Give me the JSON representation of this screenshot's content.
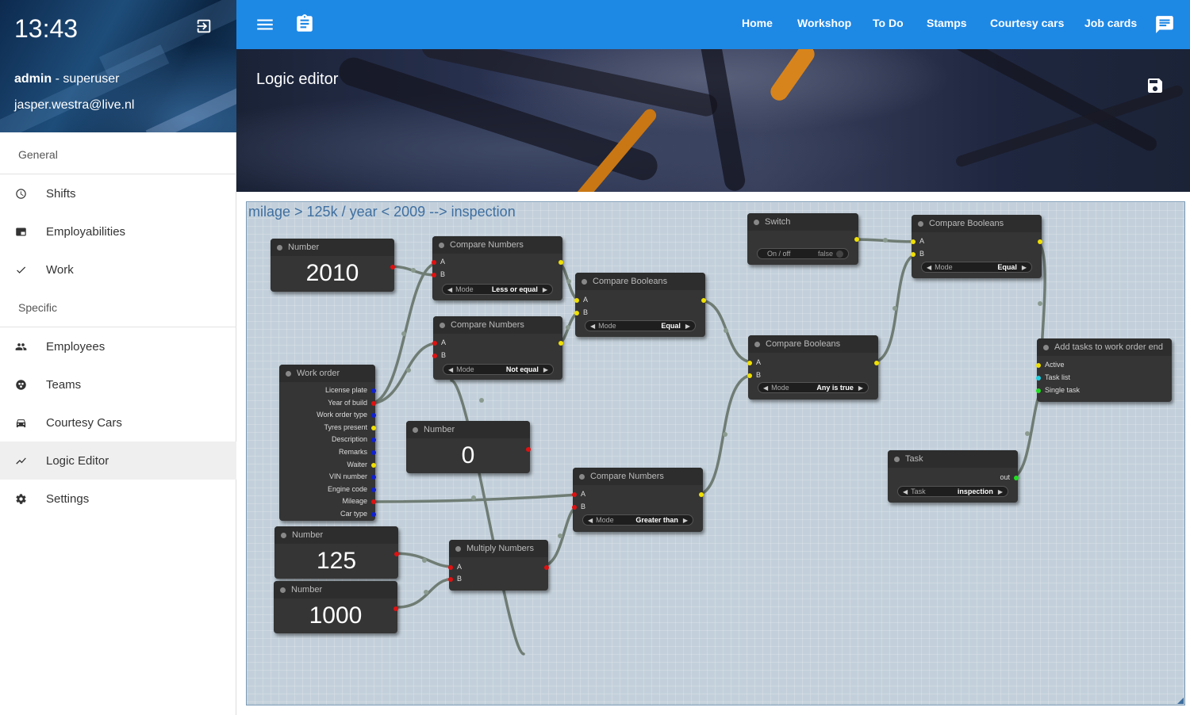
{
  "sidebar": {
    "clock": "13:43",
    "user_name": "admin",
    "user_role": " - superuser",
    "email": "jasper.westra@live.nl",
    "sections": [
      {
        "title": "General",
        "items": [
          {
            "label": "Shifts",
            "icon": "clock-icon"
          },
          {
            "label": "Employabilities",
            "icon": "card-icon"
          },
          {
            "label": "Work",
            "icon": "check-icon"
          }
        ]
      },
      {
        "title": "Specific",
        "items": [
          {
            "label": "Employees",
            "icon": "people-icon"
          },
          {
            "label": "Teams",
            "icon": "teams-icon"
          },
          {
            "label": "Courtesy Cars",
            "icon": "car-icon"
          },
          {
            "label": "Logic Editor",
            "icon": "chart-line-icon",
            "active": true
          },
          {
            "label": "Settings",
            "icon": "gear-icon"
          }
        ]
      }
    ]
  },
  "topbar": {
    "links": [
      "Home",
      "Workshop",
      "To Do",
      "Stamps",
      "Courtesy cars",
      "Job cards"
    ],
    "accent": "#1e88e5"
  },
  "page": {
    "title": "Logic editor"
  },
  "graph": {
    "title": "milage > 125k / year < 2009 --> inspection",
    "nodes": {
      "num2010": {
        "title": "Number",
        "value": "2010"
      },
      "num0": {
        "title": "Number",
        "value": "0"
      },
      "num125": {
        "title": "Number",
        "value": "125"
      },
      "num1000": {
        "title": "Number",
        "value": "1000"
      },
      "cmp1": {
        "title": "Compare Numbers",
        "in": [
          "A",
          "B"
        ],
        "mode_label": "Mode",
        "mode": "Less or equal"
      },
      "cmp2": {
        "title": "Compare Numbers",
        "in": [
          "A",
          "B"
        ],
        "mode_label": "Mode",
        "mode": "Not equal"
      },
      "cmp3": {
        "title": "Compare Numbers",
        "in": [
          "A",
          "B"
        ],
        "mode_label": "Mode",
        "mode": "Greater than"
      },
      "bool1": {
        "title": "Compare Booleans",
        "in": [
          "A",
          "B"
        ],
        "mode_label": "Mode",
        "mode": "Equal"
      },
      "bool2": {
        "title": "Compare Booleans",
        "in": [
          "A",
          "B"
        ],
        "mode_label": "Mode",
        "mode": "Any is true"
      },
      "bool3": {
        "title": "Compare Booleans",
        "in": [
          "A",
          "B"
        ],
        "mode_label": "Mode",
        "mode": "Equal"
      },
      "mult": {
        "title": "Multiply Numbers",
        "in": [
          "A",
          "B"
        ]
      },
      "switch": {
        "title": "Switch",
        "label": "On / off",
        "value": "false"
      },
      "task": {
        "title": "Task",
        "out": "out",
        "combo_label": "Task",
        "value": "inspection"
      },
      "addtasks": {
        "title": "Add tasks to work order end",
        "in": [
          "Active",
          "Task list",
          "Single task"
        ]
      },
      "workorder": {
        "title": "Work order",
        "outputs": [
          "License plate",
          "Year of build",
          "Work order type",
          "Tyres present",
          "Description",
          "Remarks",
          "Waiter",
          "VIN number",
          "Engine code",
          "Mileage",
          "Car type"
        ]
      }
    },
    "port_colors": {
      "number": "#e01010",
      "boolean": "#f0e000",
      "string": "#1020d0",
      "task": "#20e020",
      "list": "#20d0e0"
    }
  }
}
